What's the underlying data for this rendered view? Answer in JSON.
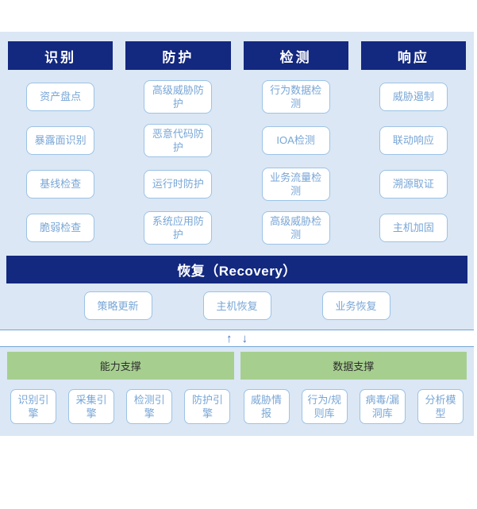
{
  "palette": {
    "panel_bg": "#dbe7f4",
    "header_navy": "#13287f",
    "box_border": "#9cc3e6",
    "box_text": "#78a6d6",
    "support_green": "#a6cf8f",
    "arrow_blue": "#4472c4"
  },
  "framework": {
    "columns": [
      {
        "header": "识别",
        "items": [
          "资产盘点",
          "暴露面识别",
          "基线检查",
          "脆弱检查"
        ]
      },
      {
        "header": "防护",
        "items": [
          "高级威胁防护",
          "恶意代码防护",
          "运行时防护",
          "系统应用防护"
        ]
      },
      {
        "header": "检测",
        "items": [
          "行为数据检测",
          "IOA检测",
          "业务流量检测",
          "高级威胁检测"
        ]
      },
      {
        "header": "响应",
        "items": [
          "威胁遏制",
          "联动响应",
          "溯源取证",
          "主机加固"
        ]
      }
    ],
    "recovery": {
      "header": "恢复（Recovery）",
      "items": [
        "策略更新",
        "主机恢复",
        "业务恢复"
      ]
    },
    "arrows": {
      "up": "↑",
      "down": "↓"
    },
    "support": [
      {
        "header": "能力支撑",
        "items": [
          "识别引擎",
          "采集引擎",
          "检测引擎",
          "防护引擎"
        ]
      },
      {
        "header": "数据支撑",
        "items": [
          "威胁情报",
          "行为/规则库",
          "病毒/漏洞库",
          "分析模型"
        ]
      }
    ]
  }
}
